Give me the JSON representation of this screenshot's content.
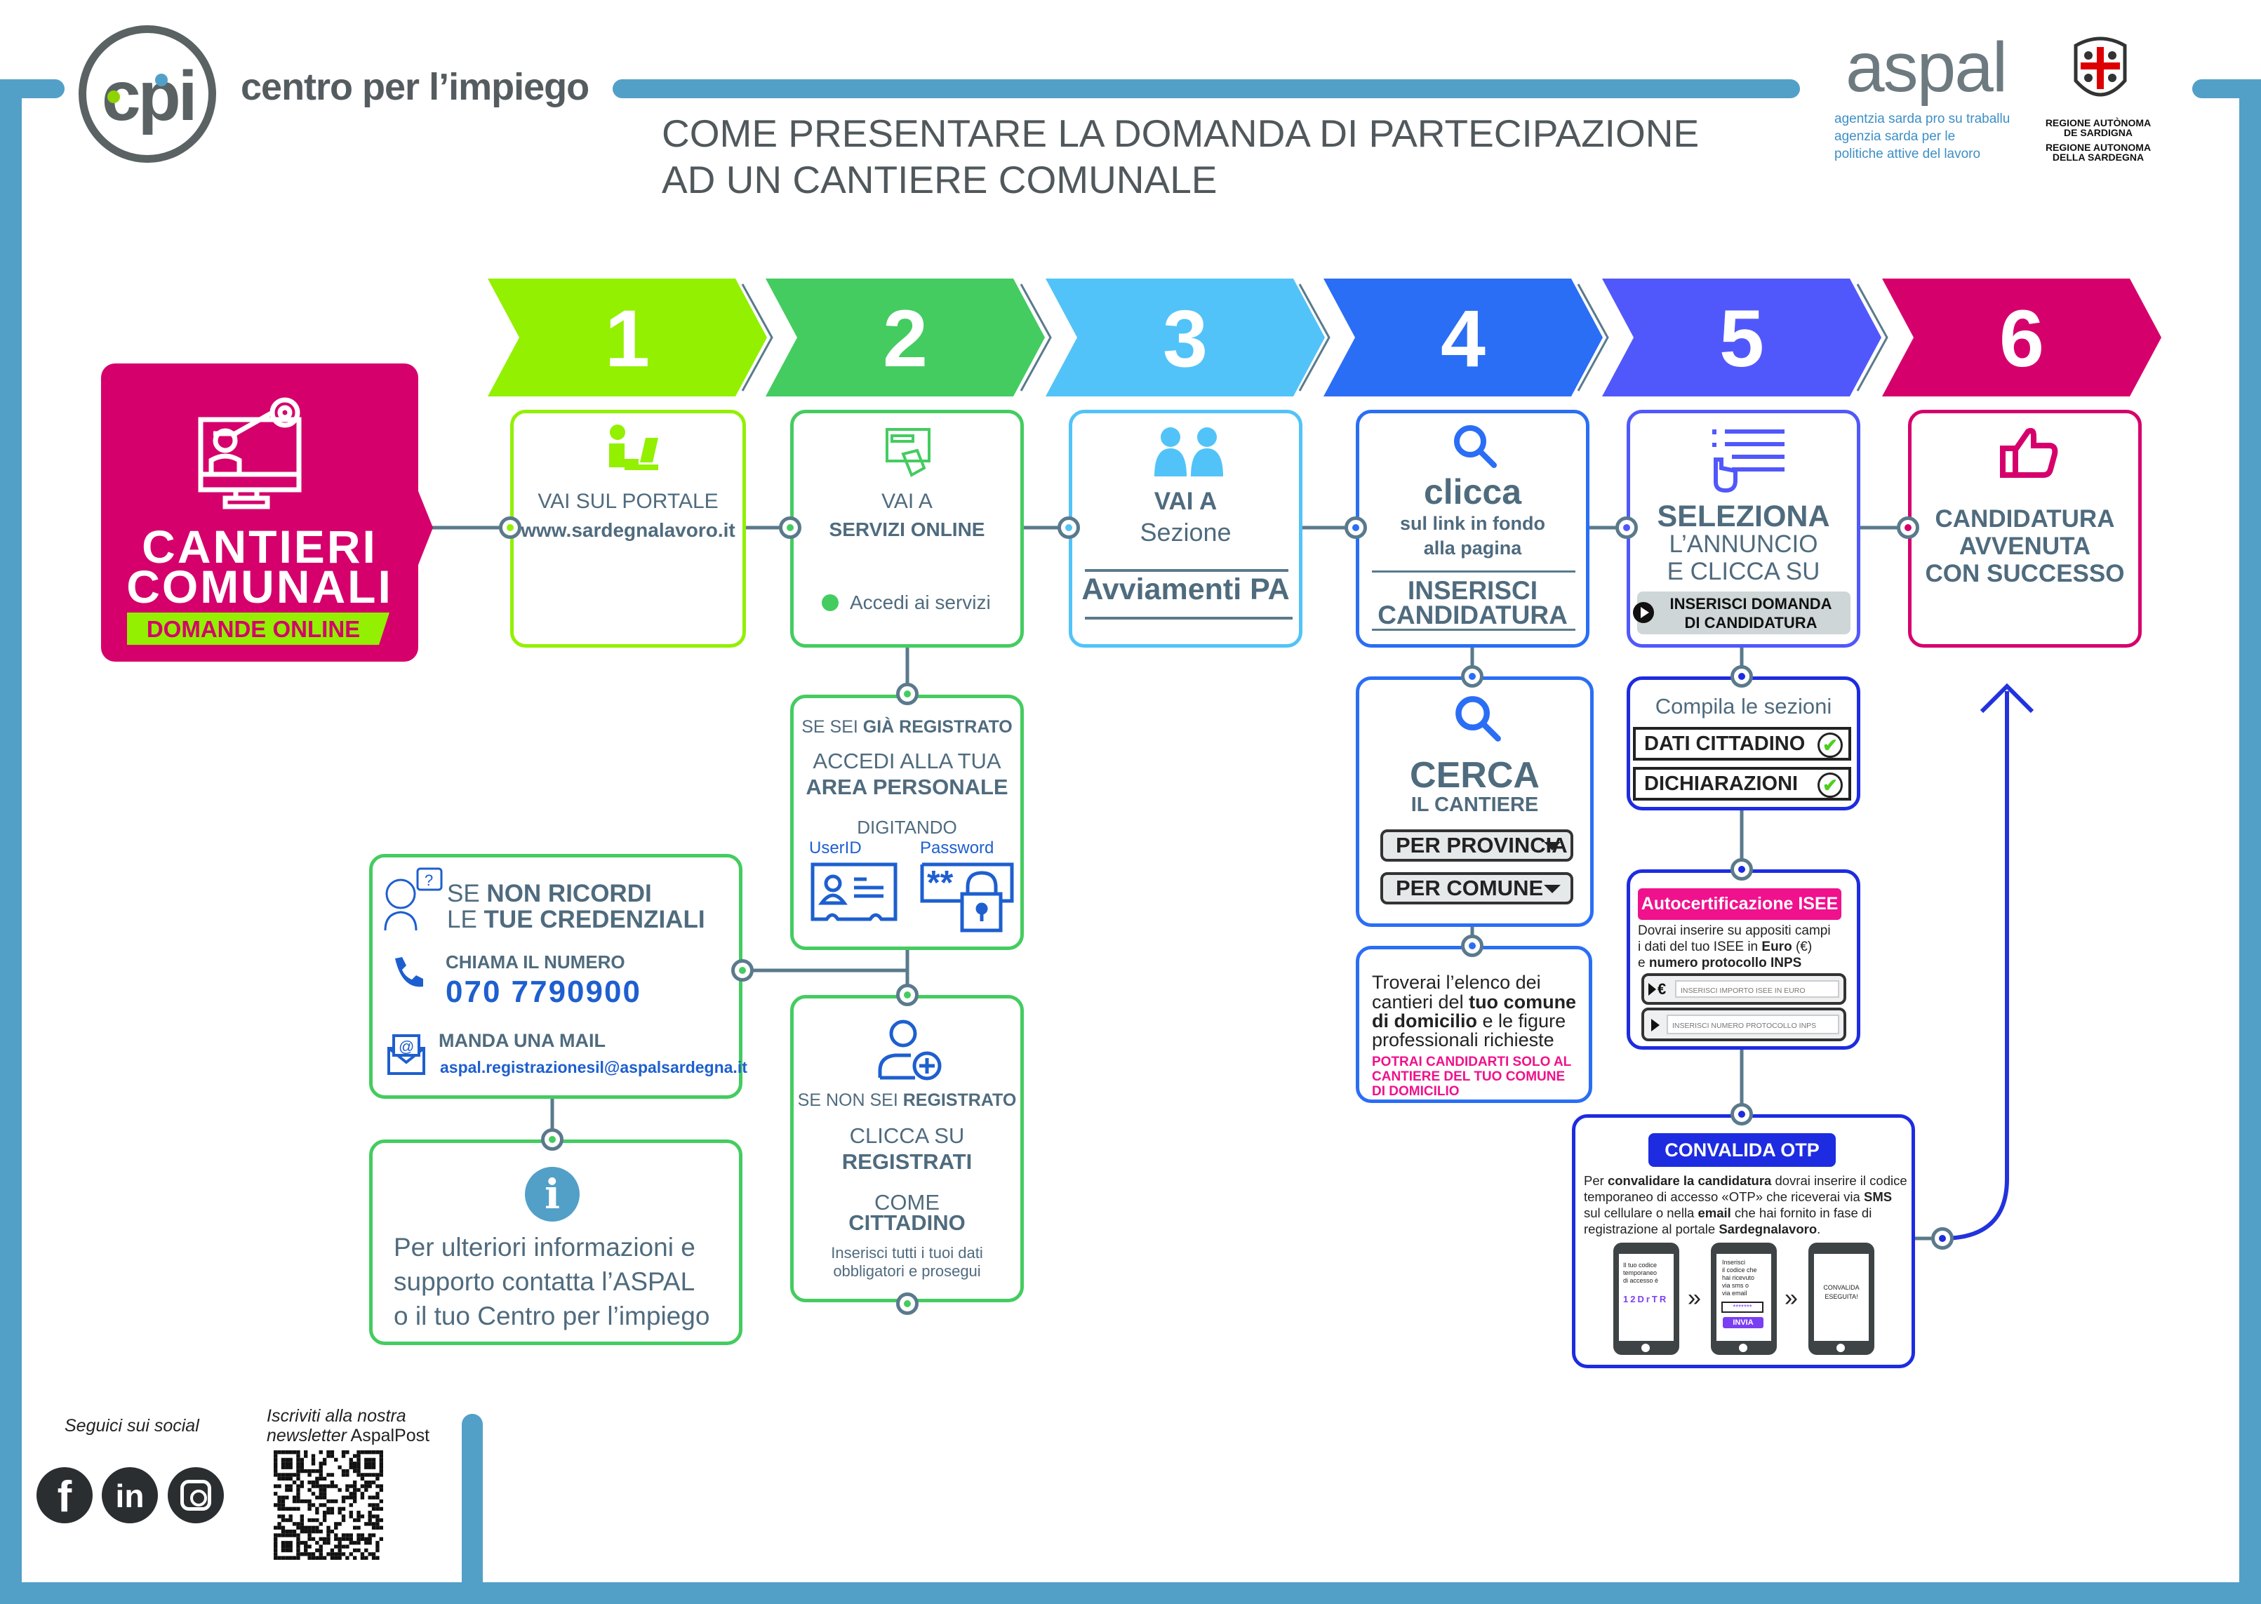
{
  "header": {
    "logo_text": "cpi",
    "brand": "centro per l’impiego",
    "title_line1": "COME PRESENTARE LA DOMANDA DI PARTECIPAZIONE",
    "title_line2": "AD UN CANTIERE COMUNALE",
    "aspal_logo": "aspal",
    "aspal_sub": [
      "agentzia sarda pro su traballu",
      "agenzia sarda per le",
      "politiche attive del lavoro"
    ],
    "regione": [
      "REGIONE AUTÒNOMA",
      "DE SARDIGNA",
      "REGIONE AUTONOMA",
      "DELLA SARDEGNA"
    ]
  },
  "colors": {
    "step1": "#92f000",
    "step2": "#44cc60",
    "step3": "#52c3f8",
    "step4": "#2a6ef5",
    "step5": "#5158fb",
    "step6": "#d6006c",
    "frame": "#52a0c8"
  },
  "cantieri": {
    "line1": "CANTIERI",
    "line2": "COMUNALI",
    "band": "DOMANDE ONLINE"
  },
  "steps": [
    {
      "number": "1",
      "line1": "VAI SUL PORTALE",
      "line2": "www.sardegnalavoro.it",
      "icon": "person-laptop-icon"
    },
    {
      "number": "2",
      "line1": "VAI A",
      "line2": "SERVIZI ONLINE",
      "line3": "Accedi ai servizi",
      "icon": "touch-screen-icon"
    },
    {
      "number": "3",
      "line1": "VAI A",
      "line2": "Sezione",
      "line3": "Avviamenti PA",
      "icon": "people-icon"
    },
    {
      "number": "4",
      "line1": "clicca",
      "line2": "sul link in fondo",
      "line3": "alla pagina",
      "line4": "INSERISCI",
      "line5": "CANDIDATURA",
      "icon": "search-icon"
    },
    {
      "number": "5",
      "line1": "SELEZIONA",
      "line2": "L’ANNUNCIO",
      "line3": "E CLICCA SU",
      "button1": "INSERISCI DOMANDA",
      "button2": "DI CANDIDATURA",
      "icon": "list-click-icon"
    },
    {
      "number": "6",
      "line1": "CANDIDATURA",
      "line2": "AVVENUTA",
      "line3": "CON SUCCESSO",
      "icon": "thumbs-up-icon"
    }
  ],
  "registered": {
    "pre": "SE SEI ",
    "bold": "GIÀ REGISTRATO",
    "line1": "ACCEDI ALLA TUA",
    "line2": "AREA PERSONALE",
    "line3": "DIGITANDO",
    "userid": "UserID",
    "password": "Password",
    "pw_mask": "**"
  },
  "not_registered": {
    "pre": "SE NON SEI ",
    "bold": "REGISTRATO",
    "line1": "CLICCA SU",
    "line2": "REGISTRATI",
    "line3": "COME",
    "line4": "CITTADINO",
    "small1": "Inserisci tutti i tuoi dati",
    "small2": "obbligatori e prosegui"
  },
  "credentials": {
    "se": "SE ",
    "non_ricordi": "NON RICORDI",
    "le": "LE ",
    "tue": "TUE CREDENZIALI",
    "call_label": "CHIAMA IL NUMERO",
    "phone": "070 7790900",
    "mail_label": "MANDA UNA MAIL",
    "email": "aspal.registrazionesil@aspalsardegna.it"
  },
  "info": {
    "lines": [
      "Per ulteriori informazioni e",
      "supporto contatta l’ASPAL",
      "o il tuo Centro per l’impiego"
    ]
  },
  "cerca": {
    "title": "CERCA",
    "subtitle": "IL CANTIERE",
    "dropdown1": "PER PROVINCIA",
    "dropdown2": "PER COMUNE"
  },
  "troverai": {
    "l1a": "Troverai l’elenco dei",
    "l2a": "cantieri del ",
    "l2b": "tuo comune",
    "l3a": "di domicilio",
    "l3b": " e le figure",
    "l4": "professionali richieste",
    "pink": [
      "POTRAI CANDIDARTI SOLO AL",
      "CANTIERE DEL TUO COMUNE",
      "DI DOMICILIO"
    ]
  },
  "compila": {
    "title": "Compila le sezioni",
    "rows": [
      "DATI CITTADINO",
      "DICHIARAZIONI"
    ]
  },
  "isee": {
    "header": "Autocertificazione ISEE",
    "t1": "Dovrai inserire su appositi campi",
    "t2a": "i dati del tuo ISEE in ",
    "t2b": "Euro",
    "t2c": " (€)",
    "t3a": "e ",
    "t3b": "numero protocollo INPS",
    "euro": "€",
    "input1": "INSERISCI IMPORTO ISEE IN EURO",
    "input2": "INSERISCI NUMERO PROTOCOLLO INPS"
  },
  "otp": {
    "header": "CONVALIDA OTP",
    "p1a": "Per ",
    "p1b": "convalidare la candidatura",
    "p1c": " dovrai inserire il codice",
    "p2a": "temporaneo di accesso «OTP» che riceverai via ",
    "p2b": "SMS",
    "p3a": "sul cellulare o nella ",
    "p3b": "email",
    "p3c": " che hai fornito in fase di",
    "p4a": "registrazione al portale ",
    "p4b": "Sardegnalavoro",
    "p4c": ".",
    "phone1": [
      "Il tuo codice",
      "temporaneo",
      "di accesso è"
    ],
    "code": "12DrTR",
    "phone2": [
      "Inserisci",
      "il codice che",
      "hai ricevuto",
      "via sms o",
      "via email"
    ],
    "mask": "*******",
    "send": "INVIA",
    "phone3": [
      "CONVALIDA",
      "ESEGUITA!"
    ]
  },
  "footer": {
    "social_label": "Seguici sui social",
    "newsletter1": "Iscriviti alla nostra",
    "newsletter2a": "newsletter",
    "newsletter2b": " AspalPost",
    "social": [
      "facebook",
      "linkedin",
      "instagram"
    ]
  }
}
